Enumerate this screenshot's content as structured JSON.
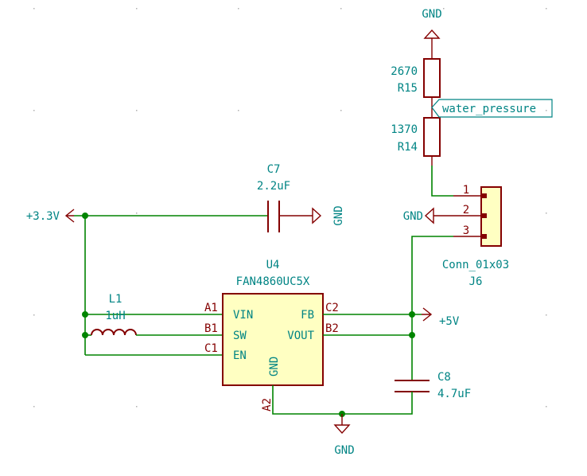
{
  "nets": {
    "gnd_top": "GND",
    "gnd_c7": "GND",
    "gnd_j6": "GND",
    "gnd_bottom": "GND",
    "v33": "+3.3V",
    "v5": "+5V",
    "water": "water_pressure"
  },
  "components": {
    "r15": {
      "value": "2670",
      "ref": "R15"
    },
    "r14": {
      "value": "1370",
      "ref": "R14"
    },
    "c7": {
      "ref": "C7",
      "value": "2.2uF"
    },
    "c8": {
      "ref": "C8",
      "value": "4.7uF"
    },
    "l1": {
      "ref": "L1",
      "value": "1uH"
    },
    "u4": {
      "ref": "U4",
      "value": "FAN4860UC5X",
      "pins": {
        "a1": "A1",
        "b1": "B1",
        "c1": "C1",
        "c2": "C2",
        "b2": "B2",
        "a2": "A2",
        "vin": "VIN",
        "sw": "SW",
        "en": "EN",
        "fb": "FB",
        "vout": "VOUT",
        "gnd": "GND"
      }
    },
    "j6": {
      "ref": "J6",
      "value": "Conn_01x03",
      "pins": [
        "1",
        "2",
        "3"
      ]
    }
  },
  "colors": {
    "wire": "#008400",
    "component": "#840000",
    "label": "#008484",
    "ic_fill": "#ffffc2",
    "background": "#ffffff"
  }
}
